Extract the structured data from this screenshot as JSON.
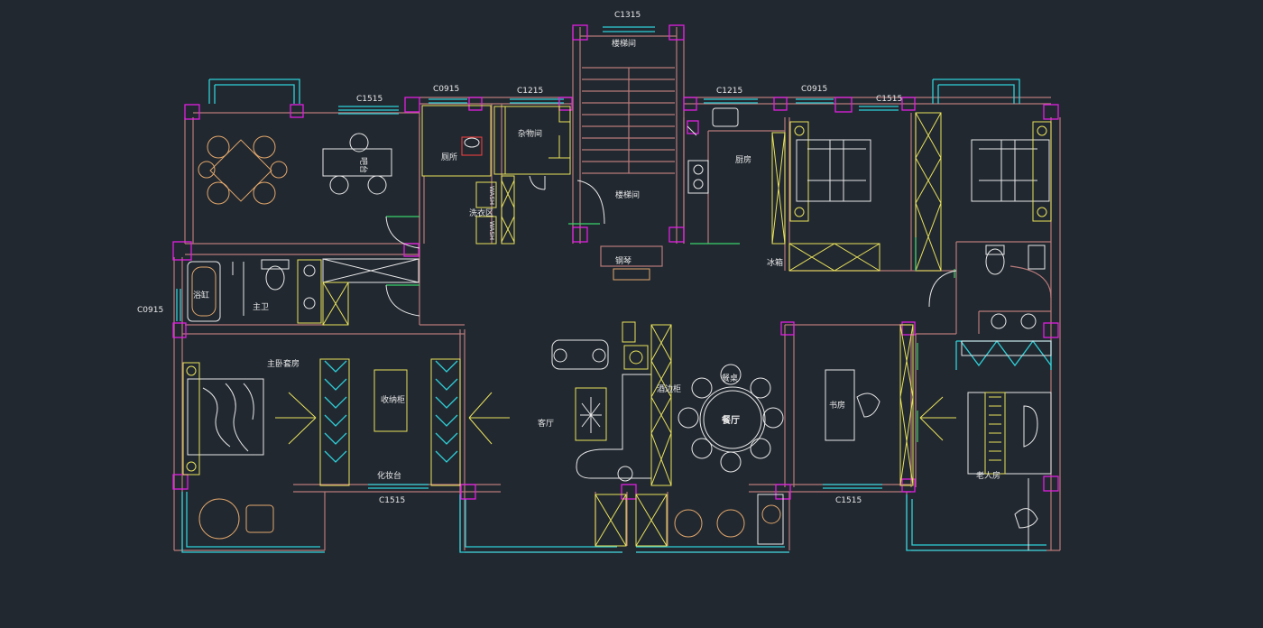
{
  "rooms": {
    "stair_top": "楼梯间",
    "stair_mid": "楼梯间",
    "storage": "杂物间",
    "toilet": "厕所",
    "laundry": "洗衣区",
    "kitchen": "厨房",
    "fridge": "冰箱",
    "master_bath": "主卫",
    "bathtub": "浴缸",
    "master_suite": "主卧套房",
    "storage_cabinet": "收纳柜",
    "dressing": "化妆台",
    "living": "客厅",
    "dining": "餐厅",
    "wine_cabinet": "酒边柜",
    "study": "书房",
    "elder_room": "老人房",
    "piano": "钢琴",
    "dining_table": "餐桌",
    "bar": "吧台"
  },
  "windows": {
    "top_stair": "C1315",
    "tl_right": "C1515",
    "toilet": "C0915",
    "storage": "C1215",
    "kitchen": "C1215",
    "bed2": "C0915",
    "bed3": "C1515",
    "left_bath": "C0915",
    "bottom_left": "C1515",
    "bottom_right": "C1515"
  },
  "washers": [
    "WASH",
    "WASH"
  ],
  "colors": {
    "background": "#212830",
    "wall": "#b87a7a",
    "window": "#2fd0d8",
    "furniture": "#e9e25a",
    "column": "#e020e0",
    "door": "#39d36b"
  }
}
